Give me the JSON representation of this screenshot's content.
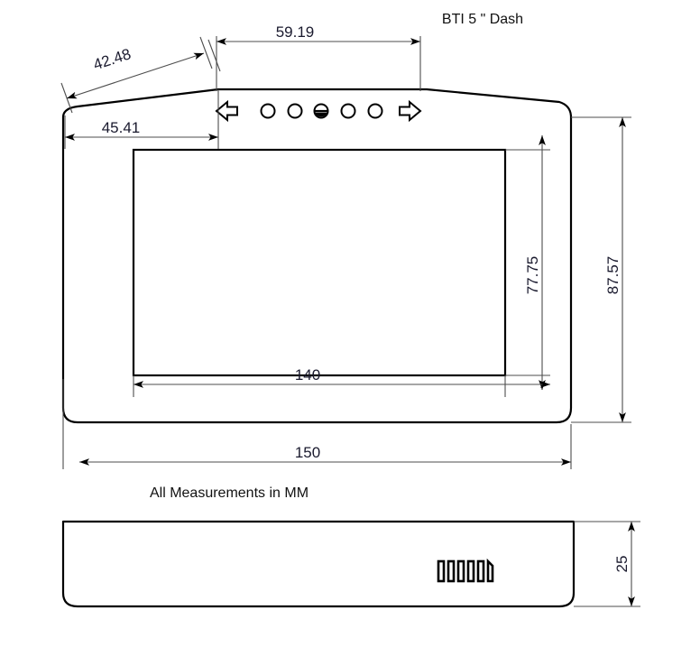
{
  "title": "BTI 5 \" Dash",
  "note": "All Measurements in MM",
  "units": "MM",
  "accent_color": "#1a1a2e",
  "line_color": "#000000",
  "dim_line_color": "#4d4d4d",
  "views": {
    "front": {
      "name": "front-view",
      "dimensions": {
        "bezel_angle_left": "42.48",
        "bezel_top_flat": "59.19",
        "screen_left_offset": "45.41",
        "screen_height": "77.75",
        "body_height": "87.57",
        "screen_width": "140",
        "body_width": "150"
      },
      "buttons": {
        "left_arrow": "left-arrow-button",
        "right_arrow": "right-arrow-button",
        "round_buttons_count": 5,
        "center_button": "center-indicator-button"
      }
    },
    "side": {
      "name": "side-view",
      "dimensions": {
        "depth": "25"
      },
      "connector": {
        "name": "connector-pins",
        "pin_count": 6
      }
    }
  },
  "labels": {
    "d_42_48": "42.48",
    "d_59_19": "59.19",
    "d_45_41": "45.41",
    "d_77_75": "77.75",
    "d_87_57": "87.57",
    "d_140": "140",
    "d_150": "150",
    "d_25": "25"
  }
}
